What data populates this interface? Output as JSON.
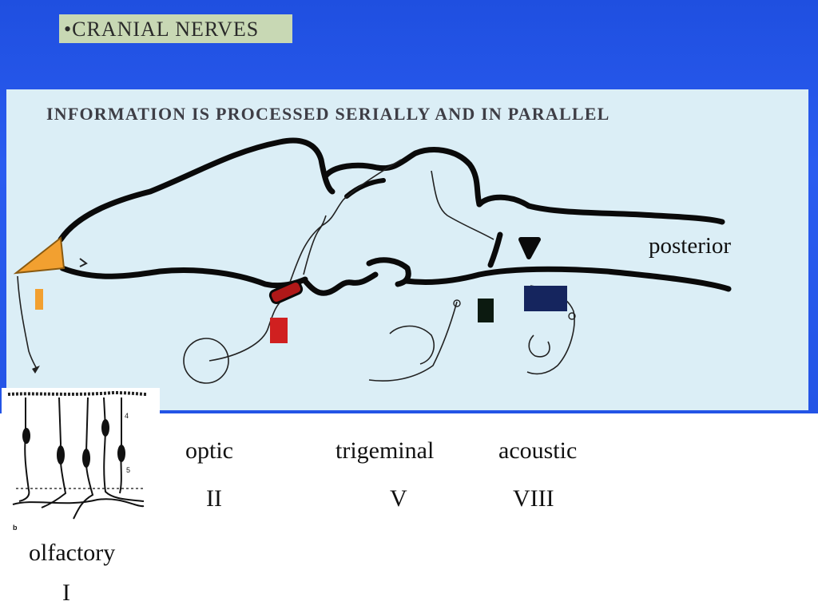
{
  "slide": {
    "title": "•CRANIAL NERVES",
    "board_heading": "INFORMATION IS PROCESSED SERIALLY AND IN PARALLEL",
    "posterior_label": "posterior"
  },
  "nerves": [
    {
      "name": "olfactory",
      "numeral": "I",
      "color": "#f2a030"
    },
    {
      "name": "optic",
      "numeral": "II",
      "color": "#d02020"
    },
    {
      "name": "trigeminal",
      "numeral": "V",
      "color": "#0c1a10"
    },
    {
      "name": "acoustic",
      "numeral": "VIII",
      "color": "#15255e"
    }
  ],
  "inset": {
    "layer_labels": [
      "4",
      "5"
    ],
    "panel_letter": "b"
  },
  "colors": {
    "background_blue": "#2354e6",
    "board": "#dbeef6",
    "title_tag": "#c8d8b4",
    "outline": "#0a0a0a",
    "bulb_orange": "#f2a030"
  }
}
